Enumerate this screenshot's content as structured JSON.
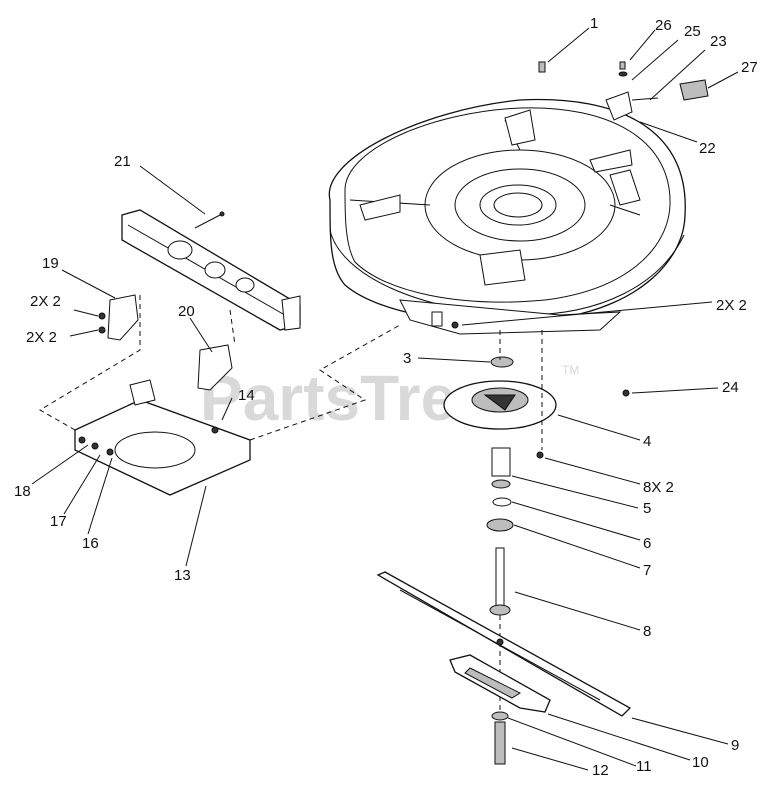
{
  "watermark": {
    "text": "PartsTree",
    "trademark": "TM"
  },
  "callouts": {
    "c1": "1",
    "c26": "26",
    "c25": "25",
    "c23": "23",
    "c27": "27",
    "c22": "22",
    "c21": "21",
    "c19": "19",
    "c2x2_a": "2X 2",
    "c2x2_b": "2X 2",
    "c20": "20",
    "c2x2_c": "2X 2",
    "c3": "3",
    "c24": "24",
    "c14": "14",
    "c4": "4",
    "c8x2": "8X 2",
    "c18": "18",
    "c5": "5",
    "c17": "17",
    "c16": "16",
    "c6": "6",
    "c7": "7",
    "c13": "13",
    "c8": "8",
    "c9": "9",
    "c10": "10",
    "c11": "11",
    "c12": "12"
  }
}
